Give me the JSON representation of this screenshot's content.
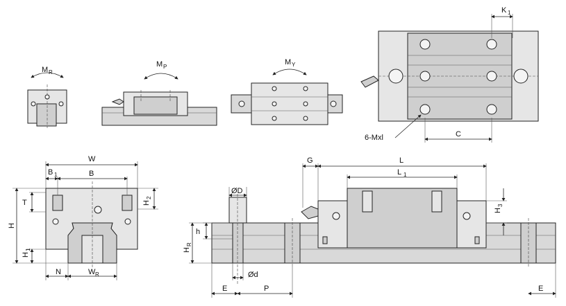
{
  "labels": {
    "mr_main": "M",
    "mr_sub": "R",
    "mp_main": "M",
    "mp_sub": "P",
    "my_main": "M",
    "my_sub": "Y",
    "k1_main": "K",
    "k1_sub": "1",
    "mxl": "6-Mxl",
    "c": "C",
    "w": "W",
    "b1_main": "B",
    "b1_sub": "1",
    "b": "B",
    "t": "T",
    "h2_main": "H",
    "h2_sub": "2",
    "h": "H",
    "h1_main": "H",
    "h1_sub": "1",
    "n": "N",
    "wr_main": "W",
    "wr_sub": "R",
    "g": "G",
    "l": "L",
    "l1_main": "L",
    "l1_sub": "1",
    "h3_main": "H",
    "h3_sub": "3",
    "od_upper": "ØD",
    "h_lower": "h",
    "hr_main": "H",
    "hr_sub": "R",
    "od_lower": "Ød",
    "e_left": "E",
    "p": "P",
    "e_right": "E"
  }
}
